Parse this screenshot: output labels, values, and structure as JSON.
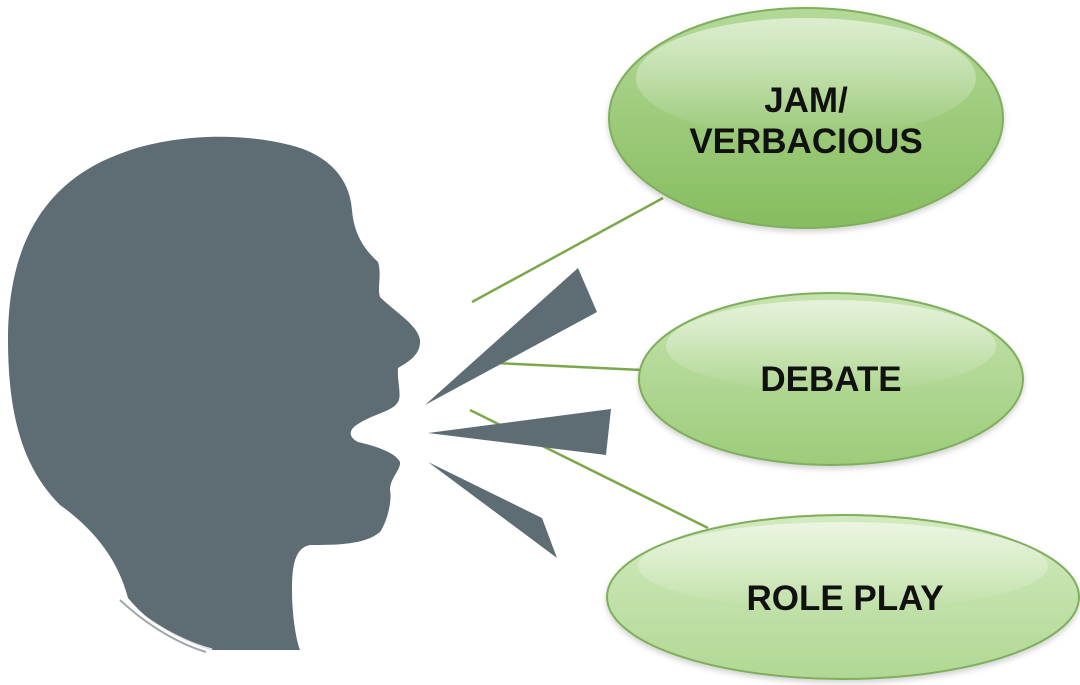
{
  "colors": {
    "head": "#5e6d74",
    "connector": "#7aa84a",
    "bubble_dark": "#8fc26a",
    "bubble_mid": "#a9d28a",
    "bubble_light": "#c2e0a9",
    "bubble_stroke": "#7fae5c",
    "label_text": "#111111"
  },
  "icons": {
    "head": "speaking-head-silhouette-icon",
    "sound_waves": "speech-wave-icon"
  },
  "bubbles": [
    {
      "line1": "JAM/",
      "line2": "VERBACIOUS"
    },
    {
      "line1": "DEBATE"
    },
    {
      "line1": "ROLE PLAY"
    }
  ]
}
